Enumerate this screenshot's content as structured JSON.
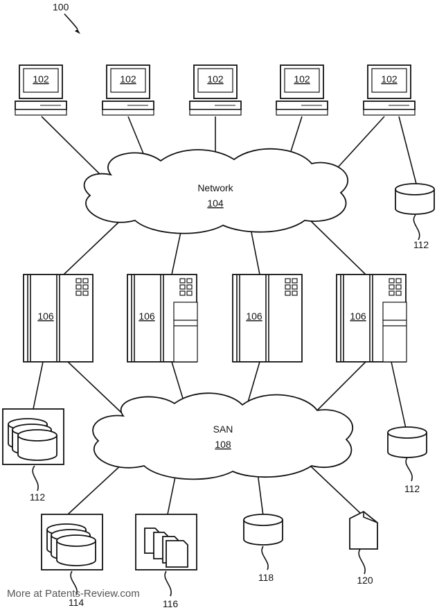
{
  "figure": {
    "number": "100",
    "computers": [
      {
        "label": "102"
      },
      {
        "label": "102"
      },
      {
        "label": "102"
      },
      {
        "label": "102"
      },
      {
        "label": "102"
      }
    ],
    "network": {
      "name": "Network",
      "ref": "104"
    },
    "servers": [
      {
        "label": "106"
      },
      {
        "label": "106"
      },
      {
        "label": "106"
      },
      {
        "label": "106"
      }
    ],
    "san": {
      "name": "SAN",
      "ref": "108"
    },
    "storage_labels": {
      "network_db": "112",
      "left_db_array": "112",
      "right_db": "112",
      "db_array": "114",
      "file_array": "116",
      "single_db": "118",
      "file_device": "120"
    }
  },
  "watermark": "More at Patents-Review.com"
}
